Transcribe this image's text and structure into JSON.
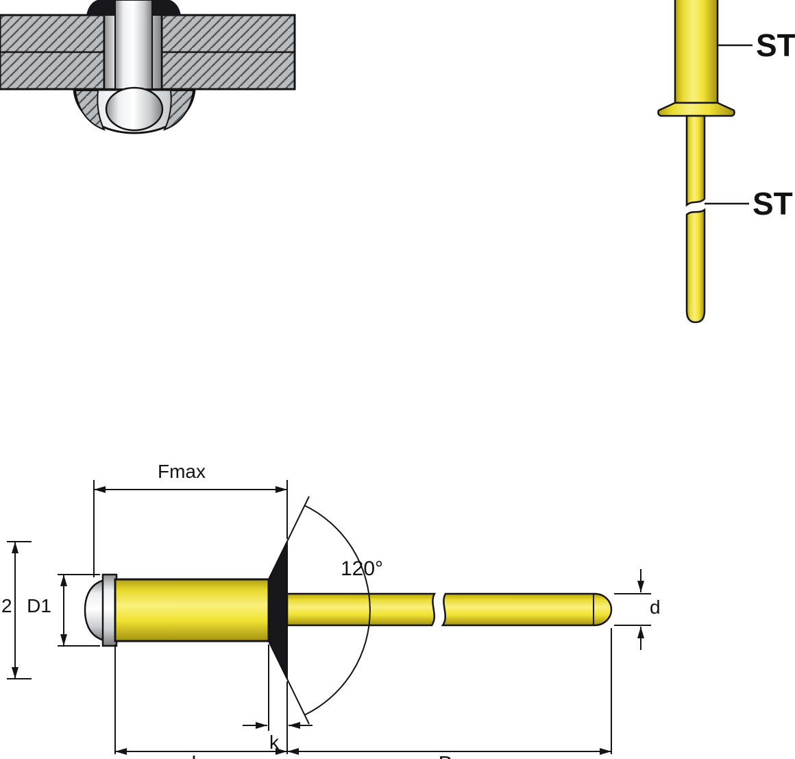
{
  "side_view": {
    "label_top": "ST",
    "label_bottom": "ST"
  },
  "dims": {
    "fmax": "Fmax",
    "angle": "120°",
    "d1": "D1",
    "d2_visible": "2",
    "d": "d",
    "k": "k",
    "length_partial": "l",
    "mandrel_partial": "B"
  },
  "colors": {
    "rivet_yellow": "#f1e134",
    "rivet_yellow_dark": "#b3a011",
    "steel_light": "#ffffff",
    "steel_dark": "#8a8a8a",
    "plate_gray": "#b9bcbe",
    "hatch_line": "#55585a",
    "head_black": "#17171c",
    "outline": "#141414"
  }
}
